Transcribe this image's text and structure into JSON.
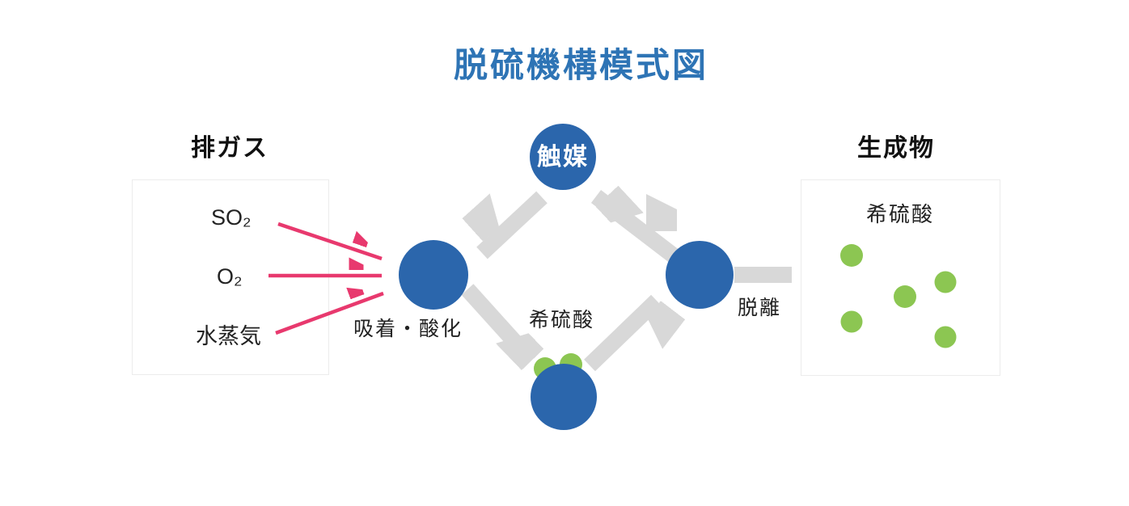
{
  "title": "脱硫機構模式図",
  "colors": {
    "title_blue": "#2E74B5",
    "circle_blue": "#2B66AC",
    "arrow_pink": "#E8396E",
    "arrow_gray": "#D8D8D8",
    "dot_green": "#8CC652",
    "box_border": "#ECECEC",
    "heading_text": "#111111",
    "body_text": "#222222",
    "catalyst_text": "#FFFFFF",
    "background": "#FFFFFF"
  },
  "exhaust_panel": {
    "heading": "排ガス",
    "items": [
      {
        "label": "SO₂"
      },
      {
        "label": "O₂"
      },
      {
        "label": "水蒸気"
      }
    ]
  },
  "cycle": {
    "catalyst_label": "触媒",
    "adsorption_label": "吸着・酸化",
    "acid_label": "希硫酸",
    "desorption_label": "脱離"
  },
  "product_panel": {
    "heading": "生成物",
    "substance_label": "希硫酸"
  }
}
